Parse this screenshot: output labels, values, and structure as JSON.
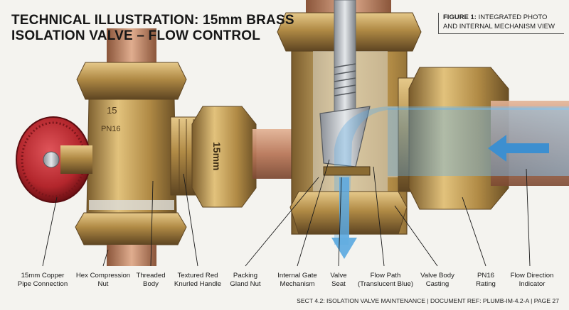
{
  "header": {
    "title_line1": "TECHNICAL ILLUSTRATION: 15mm BRASS",
    "title_line2": "ISOLATION VALVE – FLOW CONTROL"
  },
  "figure": {
    "number": "FIGURE 1:",
    "caption_line1": "INTEGRATED PHOTO",
    "caption_line2": "AND INTERNAL MECHANISM VIEW"
  },
  "body_markings": {
    "casting_number": "15",
    "casting_rating": "PN16",
    "nut_size": "15mm"
  },
  "labels": [
    {
      "line1": "15mm Copper",
      "line2": "Pipe Connection"
    },
    {
      "line1": "Hex Compression",
      "line2": "Nut"
    },
    {
      "line1": "Threaded",
      "line2": "Body"
    },
    {
      "line1": "Textured Red",
      "line2": "Knurled Handle"
    },
    {
      "line1": "Packing",
      "line2": "Gland Nut"
    },
    {
      "line1": "Internal Gate",
      "line2": "Mechanism"
    },
    {
      "line1": "Valve",
      "line2": "Seat"
    },
    {
      "line1": "Flow Path",
      "line2": "(Translucent Blue)"
    },
    {
      "line1": "Valve Body",
      "line2": "Casting"
    },
    {
      "line1": "PN16",
      "line2": "Rating"
    },
    {
      "line1": "Flow Direction",
      "line2": "Indicator"
    }
  ],
  "footer": {
    "text": "SECT 4.2: ISOLATION VALVE MAINTENANCE | DOCUMENT REF: PLUMB-IM-4.2-A | PAGE 27"
  },
  "colors": {
    "brass": "#b08a45",
    "brass_dark": "#6e5428",
    "brass_light": "#e3c27a",
    "copper": "#b9785a",
    "handle_red": "#b3262c",
    "flow_blue": "#5aa8e0",
    "background": "#f4f3ef"
  }
}
